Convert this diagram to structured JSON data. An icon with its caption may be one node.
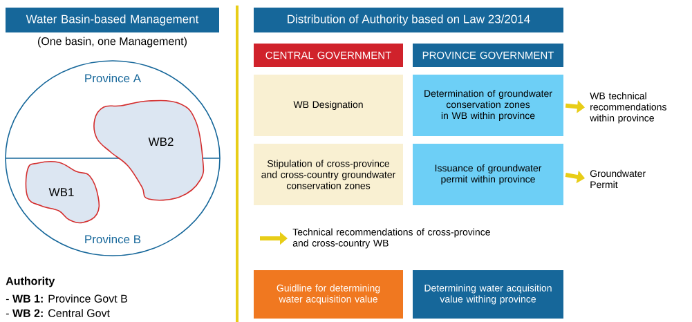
{
  "diagram": {
    "title": "Distribution of Authority based on Law 23/2014",
    "nodes": [
      {
        "text": [
          "Water Basin-based Management"
        ],
        "beside": [
          "(One basin, one Management)"
        ]
      },
      {
        "text": [
          "Province A",
          "Province B"
        ]
      },
      {
        "text": [
          "WB1"
        ],
        "in": 1
      },
      {
        "text": [
          "WB2"
        ],
        "in": 1
      },
      {
        "text": [
          "CENTRAL GOVERNMENT"
        ]
      },
      {
        "text": [
          "PROVINCE GOVERNMENT"
        ]
      },
      {
        "text": [
          "WB Designation"
        ]
      },
      {
        "text": [
          "Determination of groundwater conservation zones in WB within province"
        ]
      },
      {
        "text": [
          "Stipulation of cross-province and cross-country groundwater conservation zones"
        ]
      },
      {
        "text": [
          "Issuance of groundwater permit within province"
        ]
      },
      {
        "text": [
          "WB technical recommendations within province"
        ]
      },
      {
        "text": [
          "Groundwater Permit"
        ]
      },
      {
        "text": [
          "Technical recommendations of cross-province and cross-country WB"
        ]
      },
      {
        "text": [
          "Guidline for determining water acquisition value"
        ]
      },
      {
        "text": [
          "Determining water acquisition value withing province"
        ]
      }
    ],
    "edges": [
      {
        "from": 7,
        "to": 10,
        "arrow": "to"
      },
      {
        "from": 9,
        "to": 11,
        "arrow": "to"
      },
      {
        "from": null,
        "to": 12,
        "arrow": "to"
      }
    ],
    "labels": [
      "Authority",
      "- **WB 1:** Province Govt B",
      "- **WB 2:** Central Govt"
    ]
  }
}
